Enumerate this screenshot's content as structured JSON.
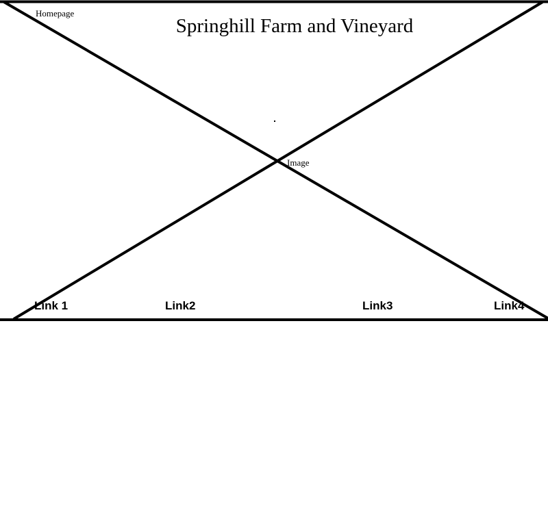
{
  "header": {
    "page_label": "Homepage",
    "title": "Springhill Farm and Vineyard"
  },
  "image_placeholder": {
    "label": "Image"
  },
  "nav": {
    "links": [
      {
        "label": "Link 1"
      },
      {
        "label": "Link2"
      },
      {
        "label": "Link3"
      },
      {
        "label": "Link4"
      }
    ]
  }
}
